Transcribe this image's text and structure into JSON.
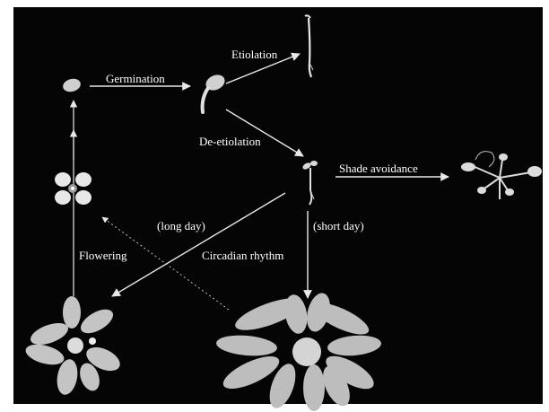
{
  "labels": {
    "germination": "Germination",
    "etiolation": "Etiolation",
    "de_etiolation": "De-etiolation",
    "shade_avoidance": "Shade avoidance",
    "long_day": "(long day)",
    "short_day": "(short day)",
    "flowering": "Flowering",
    "circadian_rhythm": "Circadian rhythm"
  },
  "colors": {
    "background": "#050505",
    "frame": "#ffffff",
    "arrow": "#e8e8e8",
    "plant": "#d9d9d9"
  }
}
